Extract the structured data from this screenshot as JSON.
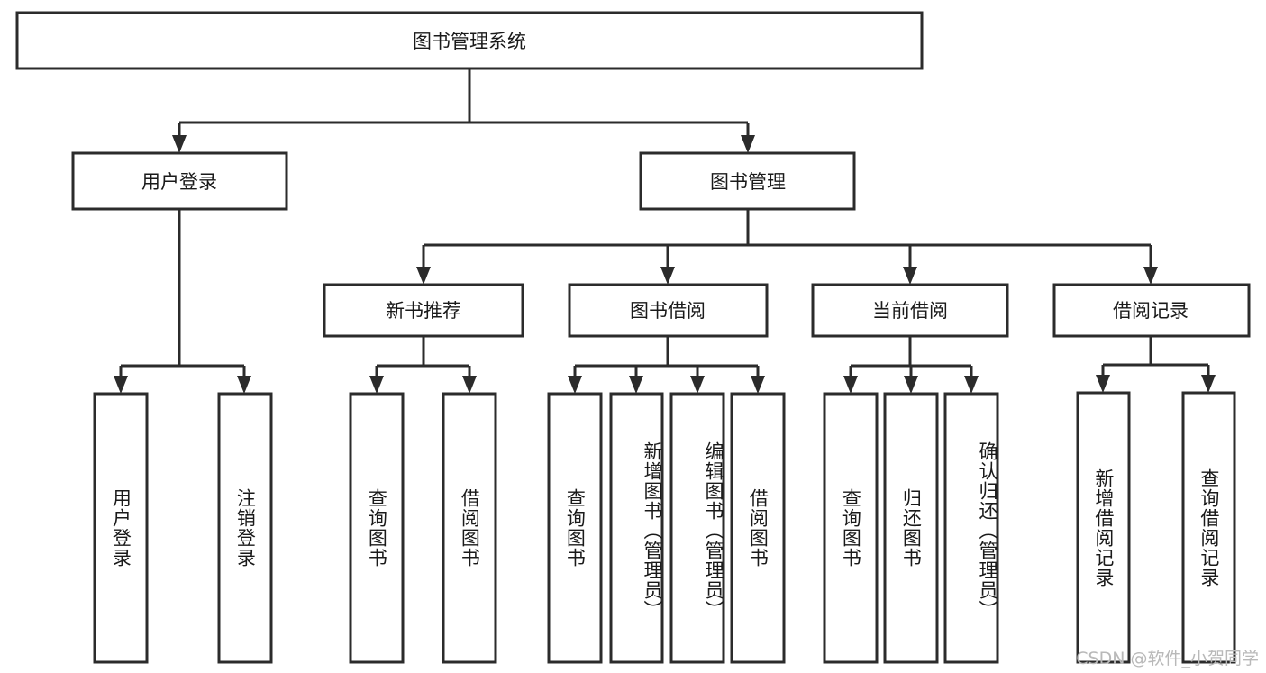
{
  "diagram": {
    "type": "tree-hierarchy-functional-decomposition",
    "root": {
      "id": "root",
      "label": "图书管理系统"
    },
    "level2": [
      {
        "id": "user-login",
        "label": "用户登录"
      },
      {
        "id": "book-management",
        "label": "图书管理"
      }
    ],
    "level3": [
      {
        "id": "new-book-recommend",
        "label": "新书推荐",
        "parent": "book-management"
      },
      {
        "id": "book-borrow",
        "label": "图书借阅",
        "parent": "book-management"
      },
      {
        "id": "current-borrow",
        "label": "当前借阅",
        "parent": "book-management"
      },
      {
        "id": "borrow-record",
        "label": "借阅记录",
        "parent": "book-management"
      }
    ],
    "leaves": [
      {
        "id": "leaf-user-login",
        "label": "用户登录",
        "parent": "user-login"
      },
      {
        "id": "leaf-logout-login",
        "label": "注销登录",
        "parent": "user-login"
      },
      {
        "id": "leaf-query-book-1",
        "label": "查询图书",
        "parent": "new-book-recommend"
      },
      {
        "id": "leaf-borrow-book-1",
        "label": "借阅图书",
        "parent": "new-book-recommend"
      },
      {
        "id": "leaf-query-book-2",
        "label": "查询图书",
        "parent": "book-borrow"
      },
      {
        "id": "leaf-add-book",
        "label": "新增图书（管理员）",
        "parent": "book-borrow"
      },
      {
        "id": "leaf-edit-book",
        "label": "编辑图书（管理员）",
        "parent": "book-borrow"
      },
      {
        "id": "leaf-borrow-book-2",
        "label": "借阅图书",
        "parent": "book-borrow"
      },
      {
        "id": "leaf-query-book-3",
        "label": "查询图书",
        "parent": "current-borrow"
      },
      {
        "id": "leaf-return-book",
        "label": "归还图书",
        "parent": "current-borrow"
      },
      {
        "id": "leaf-confirm-return",
        "label": "确认归还（管理员）",
        "parent": "current-borrow"
      },
      {
        "id": "leaf-add-record",
        "label": "新增借阅记录",
        "parent": "borrow-record"
      },
      {
        "id": "leaf-query-record",
        "label": "查询借阅记录",
        "parent": "borrow-record"
      }
    ],
    "colors": {
      "stroke": "#2b2b2b",
      "fill": "#ffffff",
      "text": "#1a1a1a",
      "background": "#ffffff",
      "watermark": "#b9b9b9"
    }
  },
  "watermark": {
    "text": "CSDN @软件_小贺同学"
  }
}
